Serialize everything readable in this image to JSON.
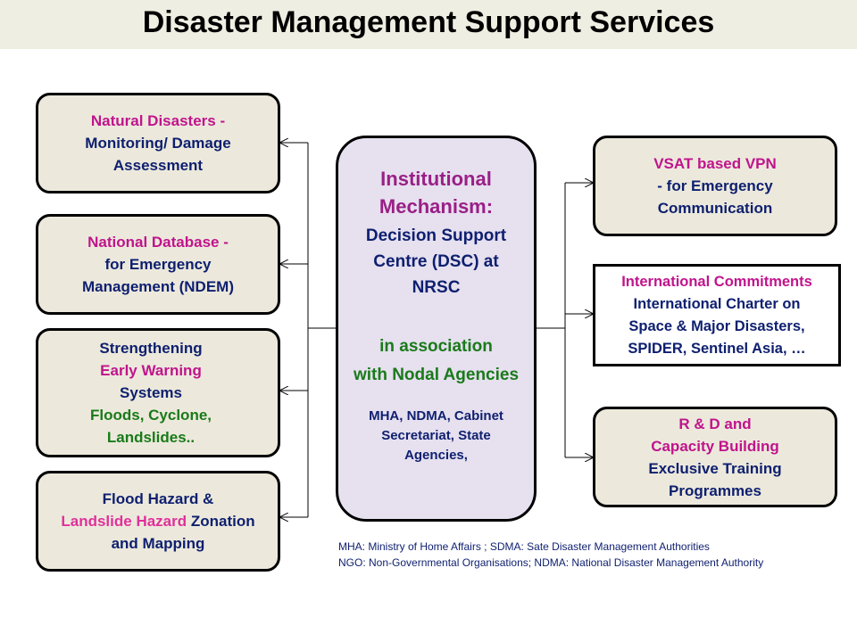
{
  "title": "Disaster Management Support Services",
  "left_boxes": [
    {
      "lines": [
        {
          "text": "Natural Disasters  -",
          "tone": "magenta"
        },
        {
          "text": "Monitoring/  Damage",
          "tone": "navy"
        },
        {
          "text": "Assessment",
          "tone": "navy"
        }
      ]
    },
    {
      "lines": [
        {
          "text": "National Database  -",
          "tone": "magenta"
        },
        {
          "text": "for Emergency",
          "tone": "navy"
        },
        {
          "text": "Management  (NDEM)",
          "tone": "navy"
        }
      ]
    },
    {
      "lines": [
        {
          "text": "Strengthening",
          "tone": "navy"
        },
        {
          "text": "Early  Warning",
          "tone": "magenta"
        },
        {
          "text": "Systems",
          "tone": "navy"
        },
        {
          "text": "Floods, Cyclone,",
          "tone": "green"
        },
        {
          "text": "Landslides..",
          "tone": "green"
        }
      ]
    },
    {
      "lines": [
        {
          "text": "Flood Hazard  &",
          "tone": "navy"
        },
        {
          "text_a": "Landslide  Hazard",
          "text_b": " Zonation",
          "tone": "mixed"
        },
        {
          "text": "and Mapping",
          "tone": "navy"
        }
      ]
    }
  ],
  "center": {
    "heading_1": "Institutional",
    "heading_2": "Mechanism:",
    "sub_1": "Decision Support",
    "sub_2": "Centre  (DSC) at",
    "sub_3": "NRSC",
    "assoc_1": "in association",
    "assoc_2": "with Nodal Agencies",
    "agency_1": "MHA, NDMA, Cabinet",
    "agency_2": "Secretariat, State",
    "agency_3": "Agencies,"
  },
  "right_boxes": [
    {
      "lines": [
        {
          "text": "VSAT based VPN",
          "tone": "magenta"
        },
        {
          "text": "- for Emergency",
          "tone": "navy"
        },
        {
          "text": "Communication",
          "tone": "navy"
        }
      ]
    },
    {
      "lines": [
        {
          "text": "International  Commitments",
          "tone": "magenta"
        },
        {
          "text": "International  Charter on",
          "tone": "navy"
        },
        {
          "text": "Space & Major Disasters,",
          "tone": "navy"
        },
        {
          "text": "SPIDER, Sentinel Asia, …",
          "tone": "navy"
        }
      ]
    },
    {
      "lines": [
        {
          "text": "R & D and",
          "tone": "magenta"
        },
        {
          "text": "Capacity Building",
          "tone": "magenta"
        },
        {
          "text": "Exclusive Training",
          "tone": "navy"
        },
        {
          "text": "Programmes",
          "tone": "navy"
        }
      ]
    }
  ],
  "footnotes": [
    "MHA: Ministry of Home Affairs ; SDMA: Sate Disaster Management Authorities",
    "NGO: Non-Governmental Organisations;  NDMA: National Disaster Management Authority"
  ],
  "colors": {
    "magenta": "#c0148c",
    "navy": "#0e1f6f",
    "green": "#1a7a1a",
    "pink": "#e0309a",
    "box_fill": "#ece9dc",
    "center_fill": "#e6e0ef"
  }
}
